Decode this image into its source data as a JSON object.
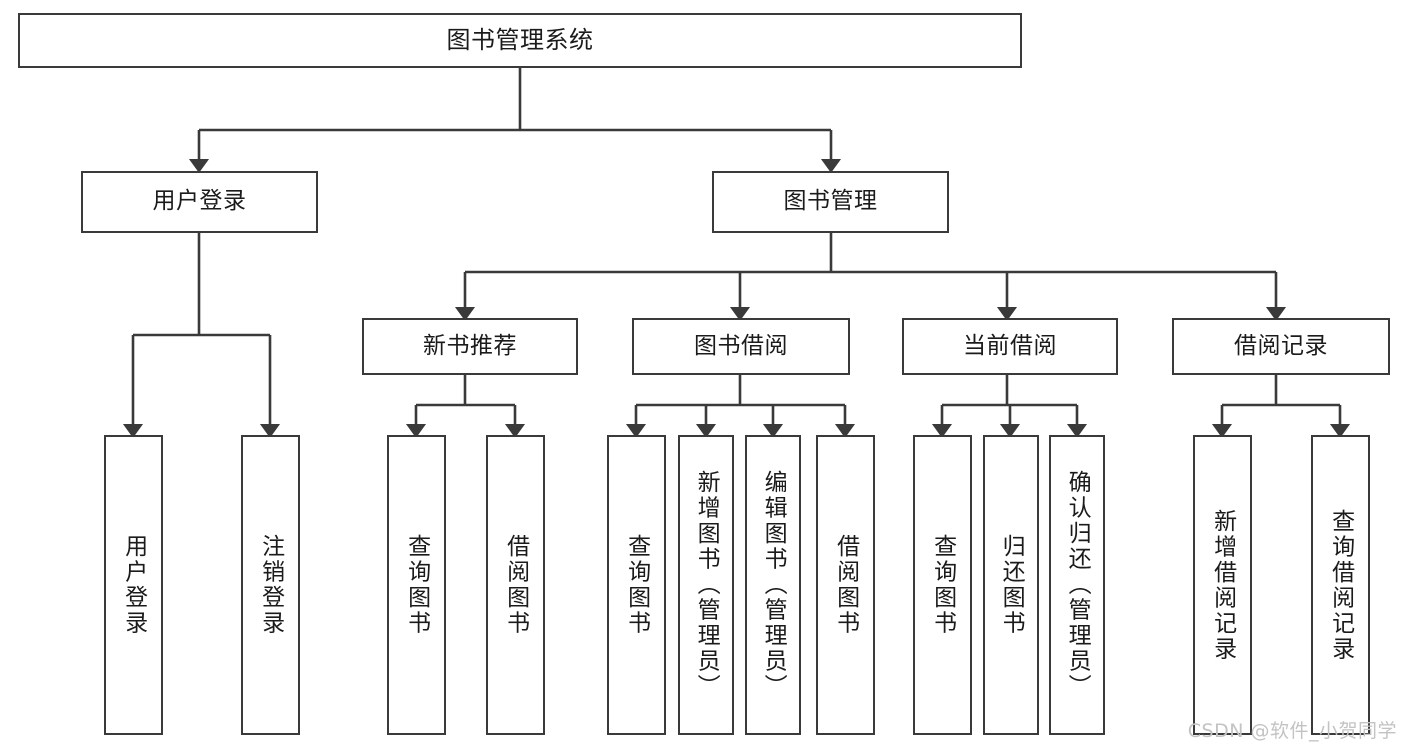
{
  "diagram": {
    "title": "图书管理系统",
    "type": "tree",
    "watermark": "CSDN @软件_小贺同学",
    "colors": {
      "box_border": "#3a3a3a",
      "box_fill": "#ffffff",
      "edge": "#3a3a3a",
      "text": "#1b1b1b",
      "watermark": "#c3c3c3",
      "background": "#ffffff"
    },
    "levels": {
      "root": {
        "label": "图书管理系统"
      },
      "level2": [
        {
          "label": "用户登录"
        },
        {
          "label": "图书管理"
        }
      ],
      "level3": [
        {
          "label": "新书推荐"
        },
        {
          "label": "图书借阅"
        },
        {
          "label": "当前借阅"
        },
        {
          "label": "借阅记录"
        }
      ],
      "leaves": [
        {
          "label": "用户登录",
          "parent": "用户登录"
        },
        {
          "label": "注销登录",
          "parent": "用户登录"
        },
        {
          "label": "查询图书",
          "parent": "新书推荐"
        },
        {
          "label": "借阅图书",
          "parent": "新书推荐"
        },
        {
          "label": "查询图书",
          "parent": "图书借阅"
        },
        {
          "label": "新增图书（管理员）",
          "parent": "图书借阅"
        },
        {
          "label": "编辑图书（管理员）",
          "parent": "图书借阅"
        },
        {
          "label": "借阅图书",
          "parent": "图书借阅"
        },
        {
          "label": "查询图书",
          "parent": "当前借阅"
        },
        {
          "label": "归还图书",
          "parent": "当前借阅"
        },
        {
          "label": "确认归还（管理员）",
          "parent": "当前借阅"
        },
        {
          "label": "新增借阅记录",
          "parent": "借阅记录"
        },
        {
          "label": "查询借阅记录",
          "parent": "借阅记录"
        }
      ]
    }
  }
}
